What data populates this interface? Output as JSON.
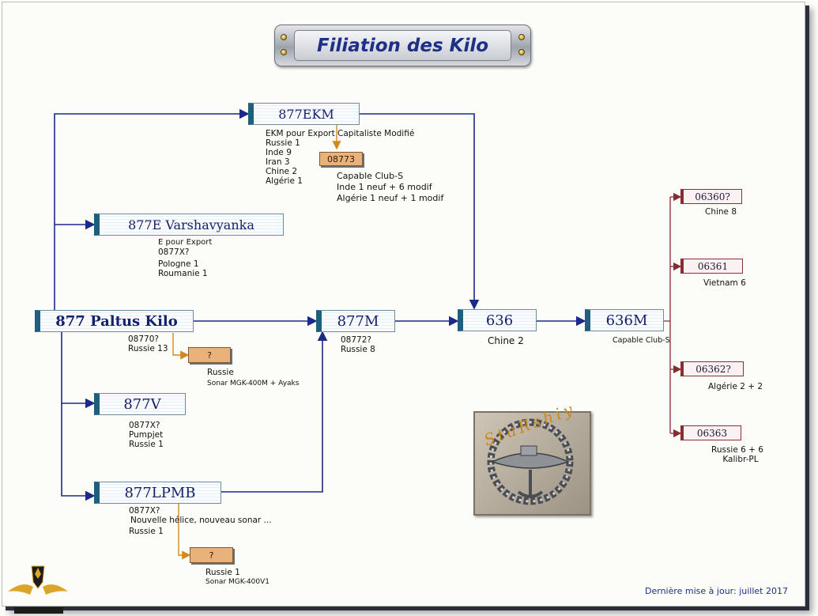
{
  "title": "Filiation des Kilo",
  "nodes": {
    "ekm": "877EKM",
    "e": "877E Varshavyanka",
    "paltus": "877 Paltus Kilo",
    "m877": "877M",
    "v": "877V",
    "lpmb": "877LPMB",
    "p636": "636",
    "p636m": "636M"
  },
  "ekm_info": {
    "l1": "EKM pour Export Capitaliste Modifié",
    "l2": "Russie 1",
    "l3": "Inde 9",
    "l4": "Iran 3",
    "l5": "Chine 2",
    "l6": "Algérie 1"
  },
  "box_08773": {
    "label": "08773",
    "l1": "Capable Club-S",
    "l2": "Inde 1 neuf + 6 modif",
    "l3": "Algérie 1 neuf + 1 modif"
  },
  "e_info": {
    "l1": "E pour Export",
    "l2": "0877X?",
    "l3": "Pologne 1",
    "l4": "Roumanie 1"
  },
  "paltus_info": {
    "l1": "08770?",
    "l2": "Russie 13"
  },
  "box_q1": {
    "label": "?",
    "l1": "Russie",
    "l2": "Sonar MGK-400M + Ayaks"
  },
  "m877_info": {
    "l1": "08772?",
    "l2": "Russie 8"
  },
  "v_info": {
    "l1": "0877X?",
    "l2": "Pumpjet",
    "l3": "Russie 1"
  },
  "lpmb_info": {
    "l1": "0877X?",
    "l2": "Nouvelle hélice, nouveau sonar ...",
    "l3": "Russie 1"
  },
  "box_q2": {
    "label": "?",
    "l1": "Russie 1",
    "l2": "Sonar MGK-400V1"
  },
  "p636_info": "Chine 2",
  "p636m_info": "Capable Club-S",
  "variants": [
    {
      "label": "06360?",
      "info": "Chine 8"
    },
    {
      "label": "06361",
      "info": "Vietnam 6"
    },
    {
      "label": "06362?",
      "info": "Algérie 2 + 2"
    },
    {
      "label": "06363",
      "info": "Russie 6 + 6",
      "info2": "Kalibr-PL"
    }
  ],
  "emblem_text": "StaRshiy",
  "footer": "Dernière mise à jour: juillet 2017",
  "colors": {
    "navy_arrow": "#1b2a8a",
    "orange_arrow": "#d4891f",
    "red_arrow": "#8a2a32",
    "title": "#1e2f86"
  },
  "icons": {
    "logo": "winged-shield-logo",
    "emblem": "submarine-badge"
  }
}
